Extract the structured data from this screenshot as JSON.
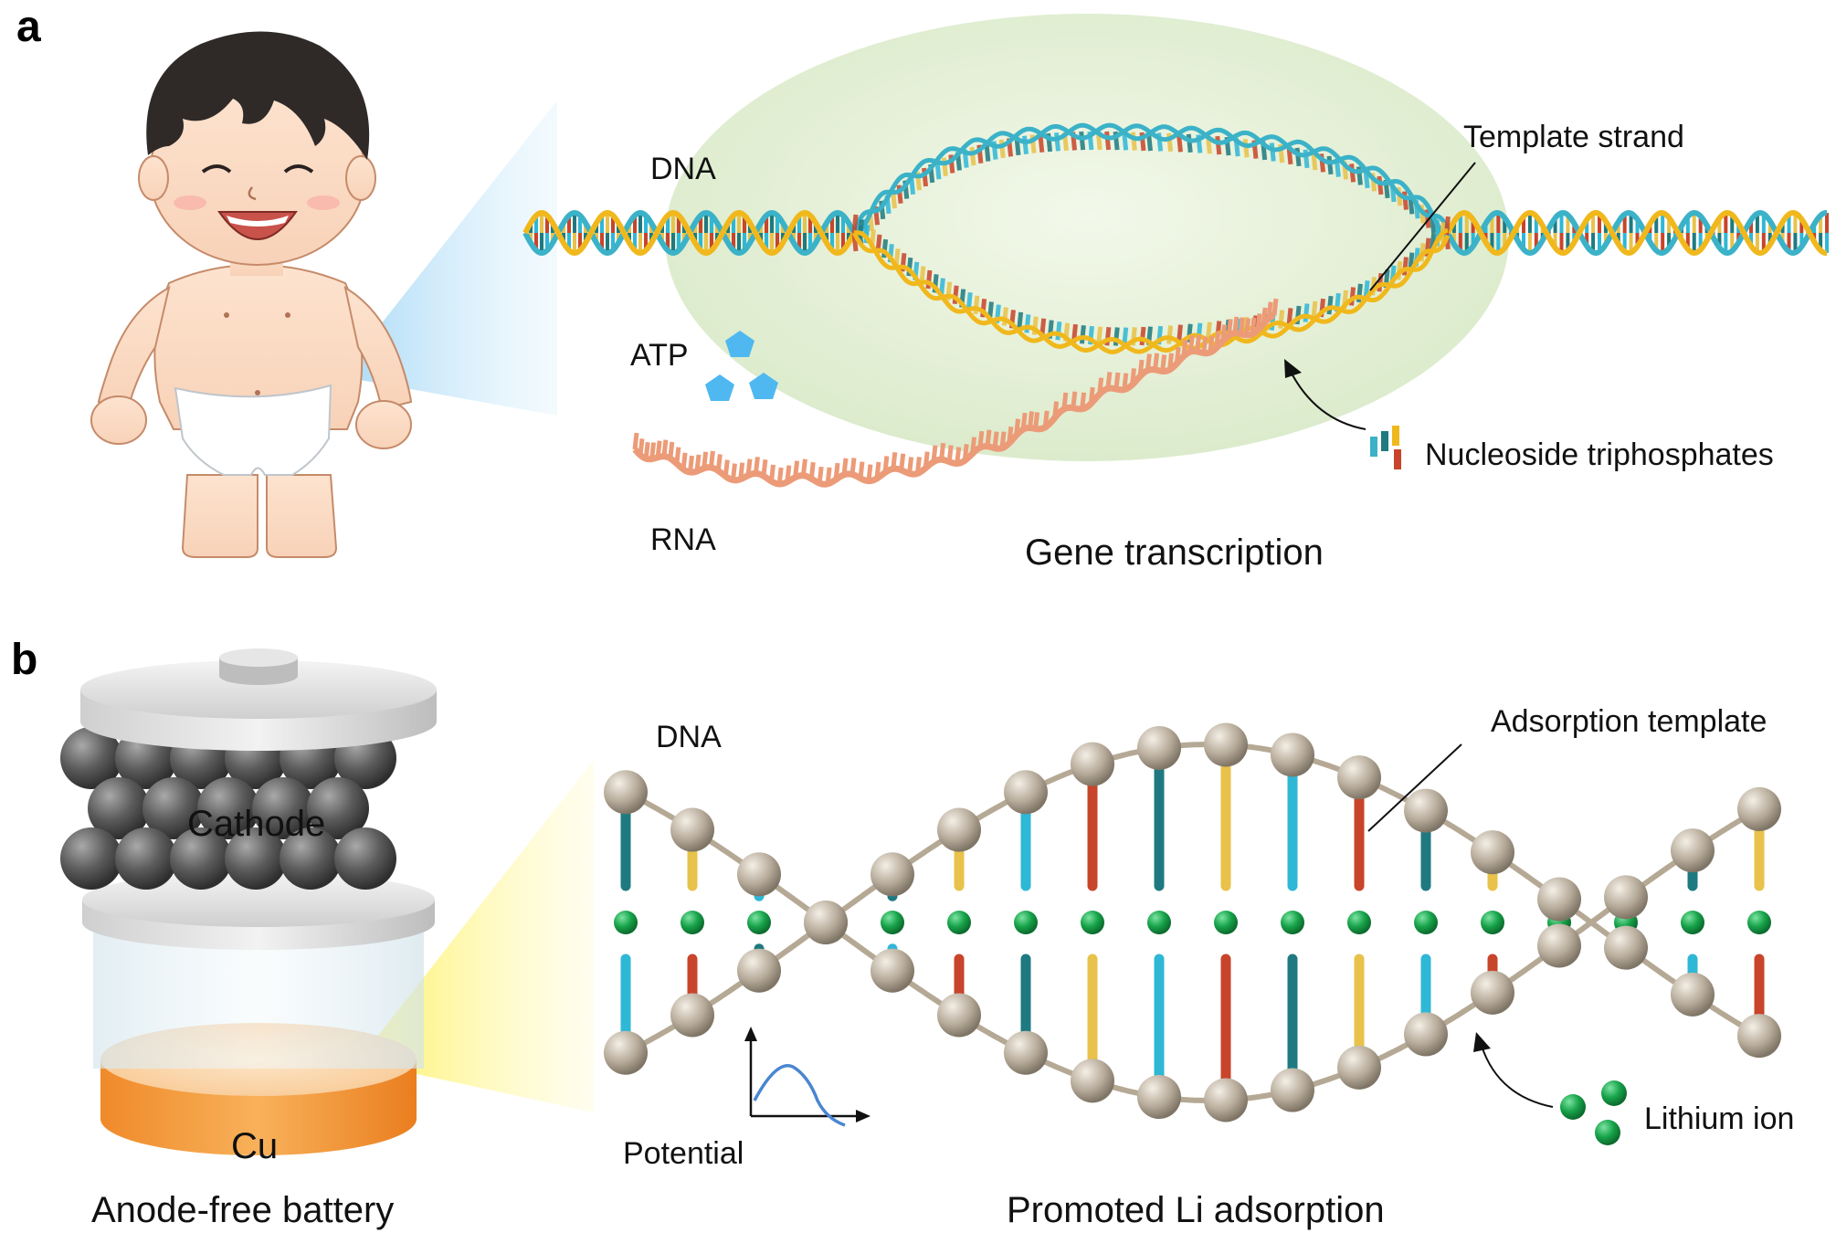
{
  "panel_a": {
    "letter": "a",
    "labels": {
      "dna": "DNA",
      "atp": "ATP",
      "rna": "RNA",
      "template_strand": "Template strand",
      "nucleoside_triphosphates": "Nucleoside triphosphates",
      "caption": "Gene transcription"
    }
  },
  "panel_b": {
    "letter": "b",
    "labels": {
      "dna": "DNA",
      "cathode": "Cathode",
      "cu": "Cu",
      "adsorption_template": "Adsorption template",
      "potential": "Potential",
      "lithium_ion": "Lithium ion",
      "caption_left": "Anode-free battery",
      "caption_right": "Promoted Li adsorption"
    }
  },
  "colors": {
    "strand_teal": "#3bb2c8",
    "strand_yellow": "#f0b81c",
    "base_red": "#c8442a",
    "base_teal": "#1e7a80",
    "base_cyan": "#2fb7d6",
    "base_yellow": "#e8c24a",
    "rna_salmon": "#ec9b78",
    "atp_blue": "#4fb8f0",
    "bubble_green": "#e6f0dc",
    "bead_gray": "#b7ab9a",
    "lithium_green": "#17a34a",
    "copper_orange": "#f2a04a",
    "potential_curve": "#4a86d0"
  }
}
